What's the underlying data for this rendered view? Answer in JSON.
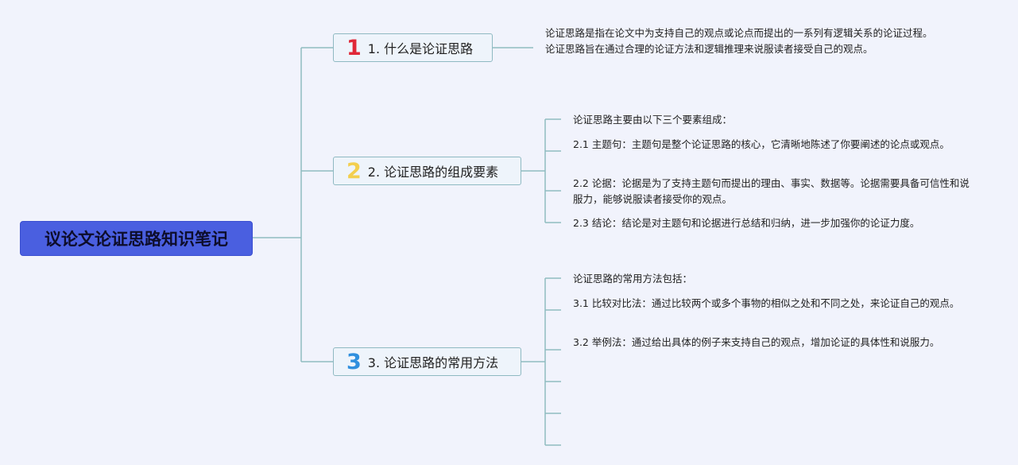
{
  "root": {
    "title": "议论文论证思路知识笔记"
  },
  "branches": [
    {
      "number": "1",
      "label": "1. 什么是论证思路",
      "items": [
        "论证思路是指在论文中为支持自己的观点或论点而提出的一系列有逻辑关系的论证过程。论证思路旨在通过合理的论证方法和逻辑推理来说服读者接受自己的观点。"
      ]
    },
    {
      "number": "2",
      "label": "2. 论证思路的组成要素",
      "items": [
        "论证思路主要由以下三个要素组成：",
        "2.1 主题句：主题句是整个论证思路的核心，它清晰地陈述了你要阐述的论点或观点。",
        "2.2 论据：论据是为了支持主题句而提出的理由、事实、数据等。论据需要具备可信性和说服力，能够说服读者接受你的观点。",
        "2.3 结论：结论是对主题句和论据进行总结和归纳，进一步加强你的论证力度。"
      ]
    },
    {
      "number": "3",
      "label": "3. 论证思路的常用方法",
      "items": [
        "论证思路的常用方法包括：",
        "3.1 比较对比法：通过比较两个或多个事物的相似之处和不同之处，来论证自己的观点。",
        "3.2 举例法：通过给出具体的例子来支持自己的观点，增加论证的具体性和说服力。",
        "",
        "",
        ""
      ]
    }
  ]
}
